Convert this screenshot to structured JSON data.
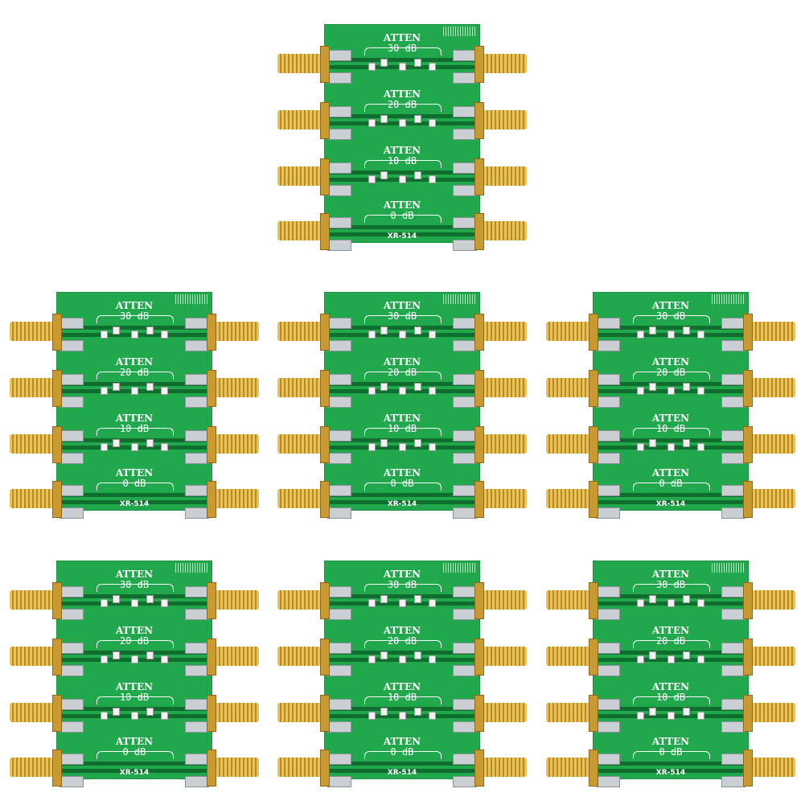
{
  "product": {
    "model_label": "XR-514",
    "attenuator_label": "ATTEN",
    "board_count": 7,
    "rows": [
      {
        "value_label": "30 dB"
      },
      {
        "value_label": "20 dB"
      },
      {
        "value_label": "10 dB"
      },
      {
        "value_label": "0 dB"
      }
    ],
    "colors": {
      "pcb": "#22a84c",
      "connector": "#e9c25a",
      "pad": "#c9cfd2"
    }
  }
}
